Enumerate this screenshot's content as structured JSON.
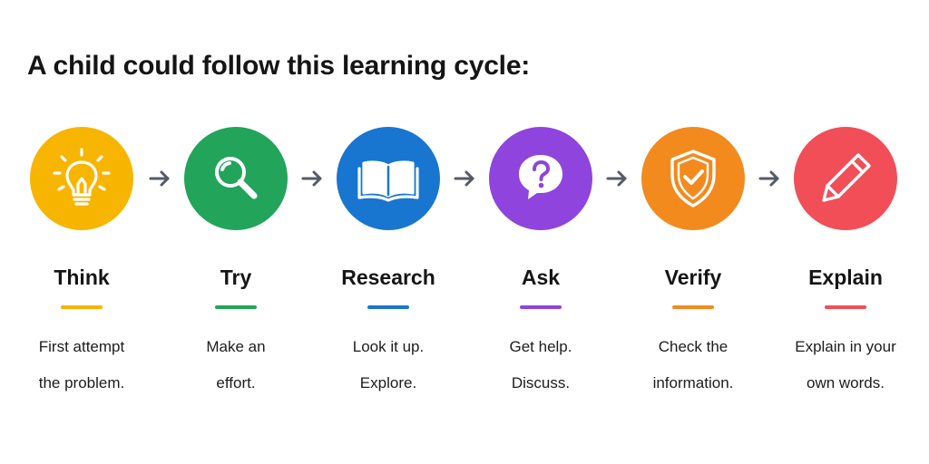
{
  "title": "A child could follow this learning cycle:",
  "colors": {
    "think": "#F7B500",
    "try": "#22A45A",
    "research": "#1876D1",
    "ask": "#8E44DD",
    "verify": "#F28A1E",
    "explain": "#F24E58",
    "arrow": "#555B66"
  },
  "steps": [
    {
      "icon": "lightbulb-icon",
      "title": "Think",
      "desc_line1": "First attempt",
      "desc_line2": "the problem."
    },
    {
      "icon": "magnifying-glass-icon",
      "title": "Try",
      "desc_line1": "Make an",
      "desc_line2": "effort."
    },
    {
      "icon": "open-book-icon",
      "title": "Research",
      "desc_line1": "Look it up.",
      "desc_line2": "Explore."
    },
    {
      "icon": "question-bubble-icon",
      "title": "Ask",
      "desc_line1": "Get help.",
      "desc_line2": "Discuss."
    },
    {
      "icon": "shield-check-icon",
      "title": "Verify",
      "desc_line1": "Check the",
      "desc_line2": "information."
    },
    {
      "icon": "pencil-icon",
      "title": "Explain",
      "desc_line1": "Explain in your",
      "desc_line2": "own words."
    }
  ]
}
